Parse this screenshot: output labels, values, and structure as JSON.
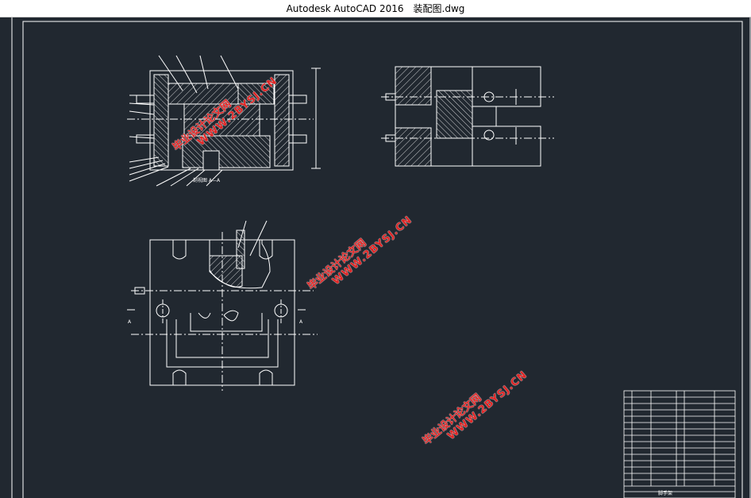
{
  "window": {
    "app_title": "Autodesk AutoCAD 2016",
    "file_name": "装配图.dwg"
  },
  "drawing": {
    "section_label": "剖视图 A—A",
    "section_mark_a": "A",
    "title_block_name": "脚手架"
  },
  "watermark": {
    "cn": "毕业设计论文网",
    "url": "WWW.2BYSJ.CN"
  },
  "colors": {
    "canvas": "#212830",
    "line": "#ffffff",
    "watermark": "#e02424",
    "accent": "#e8a33a"
  }
}
